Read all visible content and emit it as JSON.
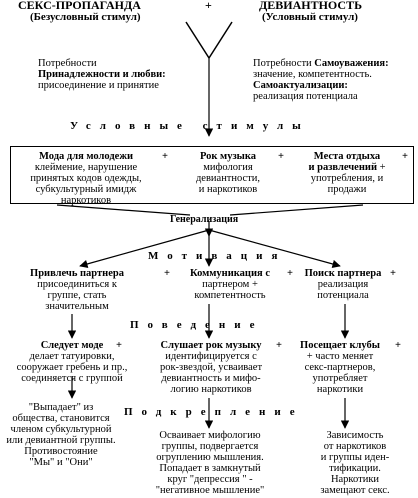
{
  "top": {
    "left_title": "СЕКС-ПРОПАГАНДА",
    "left_sub": "(Безусловный стимул)",
    "plus": "+",
    "right_title": "ДЕВИАНТНОСТЬ",
    "right_sub": "(Условный стимул)"
  },
  "needs": {
    "left_l1": "Потребности",
    "left_l2": "Принадлежности и любви:",
    "left_l3": "присоединение и принятие",
    "right_l1a": "Потребности ",
    "right_l1b": "Самоуважения:",
    "right_l2": "значение, компетентность.",
    "right_l3": "Самоактуализации:",
    "right_l4": "реализация потенциала"
  },
  "headers": {
    "stimuli": "Условные стимулы",
    "motivation": "Мотивация",
    "behavior": "Поведение",
    "reinforcement": "Подкрепление",
    "generalization": "Генерализация"
  },
  "stimuli": {
    "col1": [
      "Мода для молодежи",
      "клеймение, нарушение",
      "принятых кодов одежды,",
      "субкультурный имидж",
      "наркотиков"
    ],
    "col1_plus": "+",
    "col2": [
      "Рок музыка",
      "мифология",
      "девиантности,",
      "и наркотиков"
    ],
    "col2_plus": "+",
    "col3": [
      "Места отдыха",
      "и развлечений",
      "употребления, и",
      "продажи"
    ],
    "col3_plus_mid": "+",
    "col3_plus_end": "+"
  },
  "motivation": {
    "col1": [
      "Привлечь партнера",
      "присоединиться к",
      "группе, стать",
      "значительным"
    ],
    "col1_plus": "+",
    "col2": [
      "Коммуникация с",
      "партнером +",
      "компетентность"
    ],
    "col2_plus": "+",
    "col3": [
      "Поиск партнера",
      "реализация",
      "потенциала"
    ],
    "col3_plus": "+"
  },
  "behavior": {
    "col1": [
      "Следует моде",
      "делает татуировки,",
      "сооружает гребень и пр.,",
      "соединяется с группой"
    ],
    "col1_plus": "+",
    "col2": [
      "Слушает рок музыку",
      "идентифицируется с",
      "рок-звездой, усваивает",
      "девиантность и мифо-",
      "логию наркотиков"
    ],
    "col2_plus": "+",
    "col3": [
      "Посещает клубы",
      "часто меняет",
      "секс-партнеров,",
      "употребляет",
      "наркотики"
    ],
    "col3_plus_a": "+",
    "col3_plus_b": "+"
  },
  "reinforcement": {
    "col1": [
      "\"Выпадает\" из",
      "общества, становится",
      "членом субкультурной",
      "или девиантной группы.",
      "Противостояние",
      "\"Мы\" и \"Они\""
    ],
    "col2": [
      "Осваивает мифологию",
      "группы, подвергается",
      "огруплению мышления.",
      "Попадает в замкнутый",
      "круг \"депрессия \" -",
      "\"негативное мышление\""
    ],
    "col3": [
      "Зависимость",
      "от наркотиков",
      "и группы иден-",
      "тификации.",
      "Наркотики",
      "замещают секс."
    ]
  }
}
